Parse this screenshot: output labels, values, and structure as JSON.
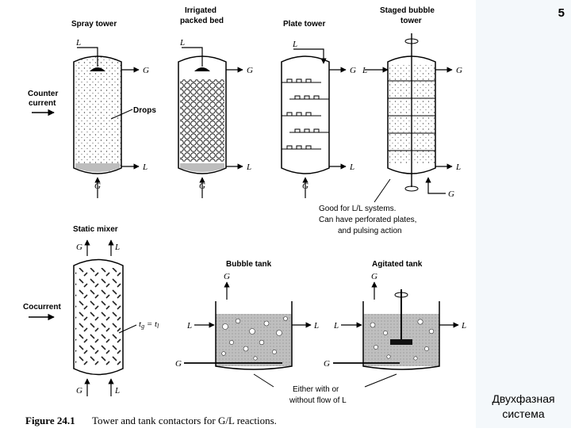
{
  "slide_number": "5",
  "sidebar_caption": [
    "Двухфазная",
    "система"
  ],
  "labels": {
    "spray_tower": "Spray tower",
    "packed_bed_1": "Irrigated",
    "packed_bed_2": "packed bed",
    "plate_tower": "Plate tower",
    "staged_bubble_1": "Staged bubble",
    "staged_bubble_2": "tower",
    "counter_1": "Counter",
    "counter_2": "current",
    "drops": "Drops",
    "static_mixer": "Static mixer",
    "cocurrent": "Cocurrent",
    "bubble_tank": "Bubble tank",
    "agitated_tank": "Agitated tank",
    "tg_eq": "t",
    "tg_sub": "g",
    "tl_mid": " = t",
    "tl_sub": "l"
  },
  "flows": {
    "L": "L",
    "G": "G"
  },
  "notes": {
    "good_1": "Good for L/L systems.",
    "good_2": "Can have perforated plates,",
    "good_3": "and pulsing action",
    "either_1": "Either with or",
    "either_2": "without flow of L"
  },
  "caption": {
    "figure": "Figure 24.1",
    "text": "Tower and tank contactors for G/L reactions."
  }
}
